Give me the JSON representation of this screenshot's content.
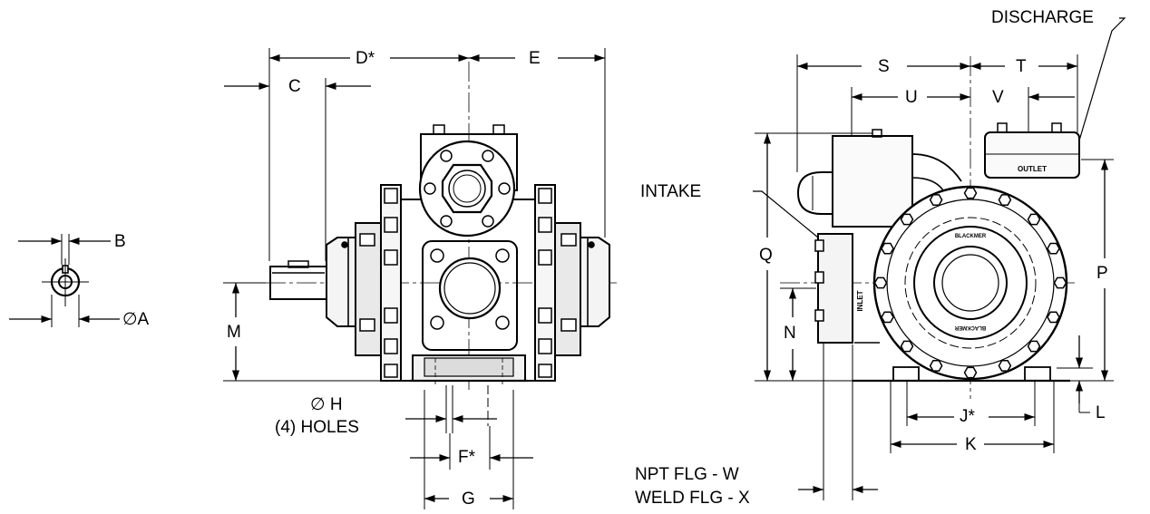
{
  "labels": {
    "A": "∅A",
    "B": "B",
    "C": "C",
    "D": "D*",
    "E": "E",
    "F": "F*",
    "G": "G",
    "H_line1": "∅ H",
    "H_line2": "(4) HOLES",
    "M": "M",
    "N": "N",
    "Q": "Q",
    "P": "P",
    "S": "S",
    "T": "T",
    "U": "U",
    "V": "V",
    "J": "J*",
    "K": "K",
    "L": "L",
    "intake": "INTAKE",
    "discharge": "DISCHARGE",
    "npt": "NPT FLG - W",
    "weld": "WELD FLG - X"
  },
  "casting": {
    "outlet": "OUTLET",
    "inlet": "INLET",
    "blackmer_top": "BLACKMER",
    "blackmer_bottom": "BLACKMER"
  },
  "colors": {
    "line": "#000000",
    "background": "#ffffff",
    "shade": "#bdbdbd"
  }
}
